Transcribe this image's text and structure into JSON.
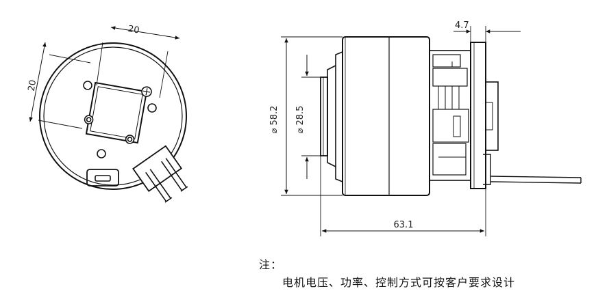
{
  "dimensions": {
    "top_view_width": "20",
    "top_view_height": "20",
    "body_diameter": "58.2",
    "boss_diameter": "28.5",
    "total_length": "63.1",
    "flange_thickness": "4.7"
  },
  "note": {
    "label": "注：",
    "text": "电机电压、功率、控制方式可按客户要求设计"
  },
  "colors": {
    "line": "#111111",
    "body_fill": "#ffffff",
    "shade": "#d9d9d9"
  }
}
